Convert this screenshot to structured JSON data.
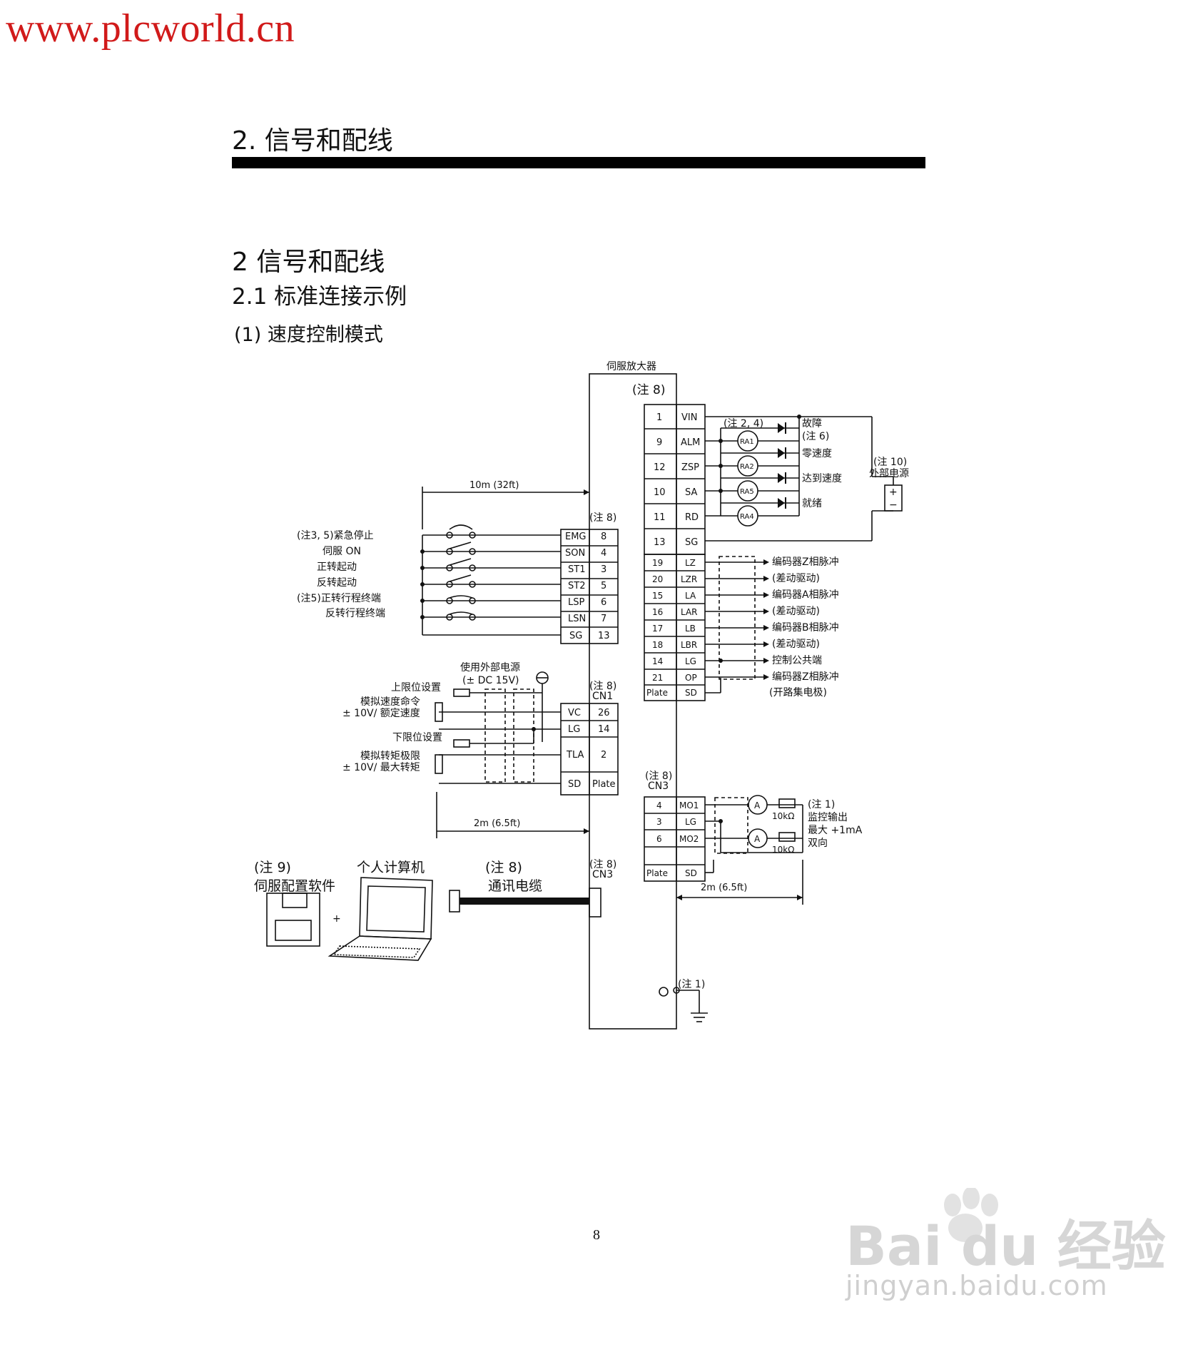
{
  "watermark_site": "www.plcworld.cn",
  "chapter_title": "2.  信号和配线",
  "heading1": "2  信号和配线",
  "heading2": "2.1   标准连接示例",
  "heading3": "(1)  速度控制模式",
  "diagram": {
    "amp_label": "伺服放大器",
    "note8": "(注 8)",
    "cn1": "CN1",
    "cn3": "CN3",
    "dist_10m": "10m (32ft)",
    "dist_2m": "2m (6.5ft)",
    "left_inputs": {
      "labels": [
        "(注3, 5)紧急停止",
        "伺服 ON",
        "正转起动",
        "反转起动",
        "(注5)正转行程终端",
        "反转行程终端"
      ],
      "signals": [
        "EMG",
        "SON",
        "ST1",
        "ST2",
        "LSP",
        "LSN",
        "SG"
      ],
      "pins": [
        "8",
        "4",
        "3",
        "5",
        "6",
        "7",
        "13"
      ]
    },
    "analog": {
      "ext_power": "使用外部电源",
      "ext_power_v": "(± DC 15V)",
      "upper_limit": "上限位设置",
      "speed_cmd": "模拟速度命令",
      "speed_cmd2": "± 10V/ 额定速度",
      "lower_limit": "下限位设置",
      "torque_limit": "模拟转矩极限",
      "torque_limit2": "± 10V/ 最大转矩",
      "signals": [
        "VC",
        "LG",
        "TLA",
        "SD"
      ],
      "pins": [
        "26",
        "14",
        "2",
        "Plate"
      ]
    },
    "right_outputs": {
      "pins": [
        "1",
        "9",
        "12",
        "10",
        "11",
        "13"
      ],
      "signals": [
        "VIN",
        "ALM",
        "ZSP",
        "SA",
        "RD",
        "SG"
      ],
      "relays": [
        "RA1",
        "RA2",
        "RA5",
        "RA4"
      ],
      "labels": [
        "故障",
        "零速度",
        "达到速度",
        "就绪"
      ],
      "note24": "(注 2, 4)",
      "note6": "(注 6)",
      "note10": "(注 10)",
      "ext_supply": "外部电源",
      "plus": "+",
      "minus": "−"
    },
    "encoder": {
      "pins": [
        "19",
        "20",
        "15",
        "16",
        "17",
        "18",
        "14",
        "21",
        "Plate"
      ],
      "signals": [
        "LZ",
        "LZR",
        "LA",
        "LAR",
        "LB",
        "LBR",
        "LG",
        "OP",
        "SD"
      ],
      "labels": [
        "编码器Z相脉冲",
        "(差动驱动)",
        "编码器A相脉冲",
        "(差动驱动)",
        "编码器B相脉冲",
        "(差动驱动)",
        "控制公共端",
        "编码器Z相脉冲",
        "(开路集电极)"
      ]
    },
    "cn3_monitor": {
      "pins": [
        "4",
        "3",
        "6",
        "",
        "Plate"
      ],
      "signals": [
        "MO1",
        "LG",
        "MO2",
        "",
        "SD"
      ],
      "meter": "A",
      "resistor": "10kΩ",
      "note1": "(注 1)",
      "label1": "监控输出",
      "label2": "最大 +1mA",
      "label3": "双向"
    },
    "pc": {
      "note9": "(注 9)",
      "software": "伺服配置软件",
      "plus": "+",
      "computer": "个人计算机",
      "note8": "(注 8)",
      "cable": "通讯电缆"
    },
    "ground_note": "(注 1)"
  },
  "page_number": "8",
  "baidu_watermark": {
    "brand": "Bai du 经验",
    "url": "jingyan.baidu.com"
  }
}
